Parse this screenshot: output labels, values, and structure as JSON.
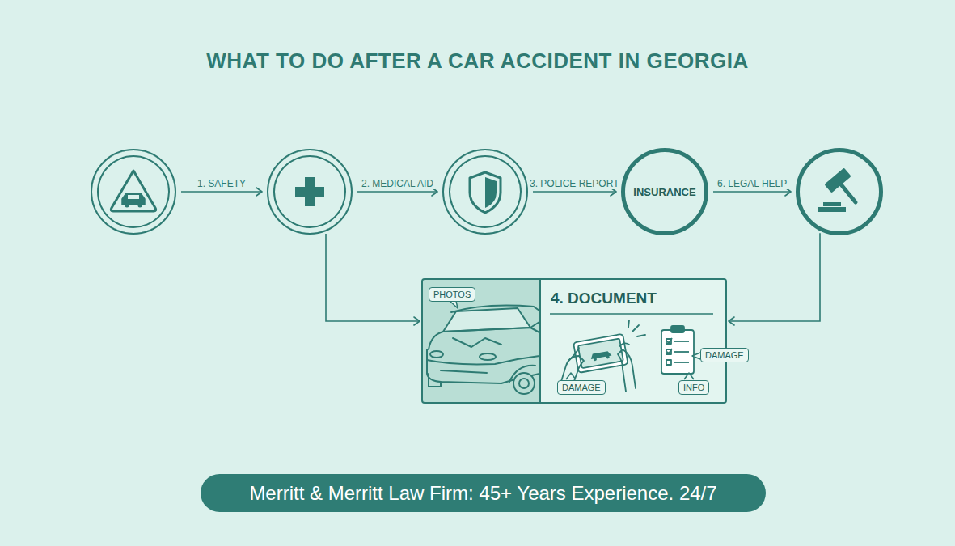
{
  "diagram": {
    "title": "WHAT TO DO AFTER A CAR ACCIDENT IN GEORGIA",
    "nodes": [
      {
        "text": []
      },
      {
        "text": []
      },
      {
        "text": []
      },
      {
        "text": [
          "INSURANCE"
        ]
      },
      {
        "text": []
      },
      {
        "text": [
          "4. DOCUMENT"
        ]
      },
      {
        "text": [
          "PHOTOS"
        ],
        "in": 5
      },
      {
        "text": [
          "DAMAGE"
        ],
        "in": 5
      },
      {
        "text": [
          "DAMAGE"
        ],
        "in": 5
      },
      {
        "text": [
          "INFO"
        ],
        "in": 5
      },
      {
        "text": [
          "Merritt & Merritt Law Firm: 45+ Years Experience. 24/7"
        ]
      }
    ],
    "edges": [
      {
        "from": 0,
        "to": 1,
        "label": "1. SAFETY",
        "arrow": "to"
      },
      {
        "from": 1,
        "to": 2,
        "label": "2. MEDICAL AID",
        "arrow": "to"
      },
      {
        "from": 2,
        "to": 3,
        "label": "3. POLICE REPORT",
        "arrow": "to"
      },
      {
        "from": 3,
        "to": 4,
        "label": "6. LEGAL HELP",
        "arrow": "to"
      },
      {
        "from": 1,
        "to": 5,
        "arrow": "to"
      },
      {
        "from": 4,
        "to": 5,
        "arrow": "to"
      }
    ]
  }
}
